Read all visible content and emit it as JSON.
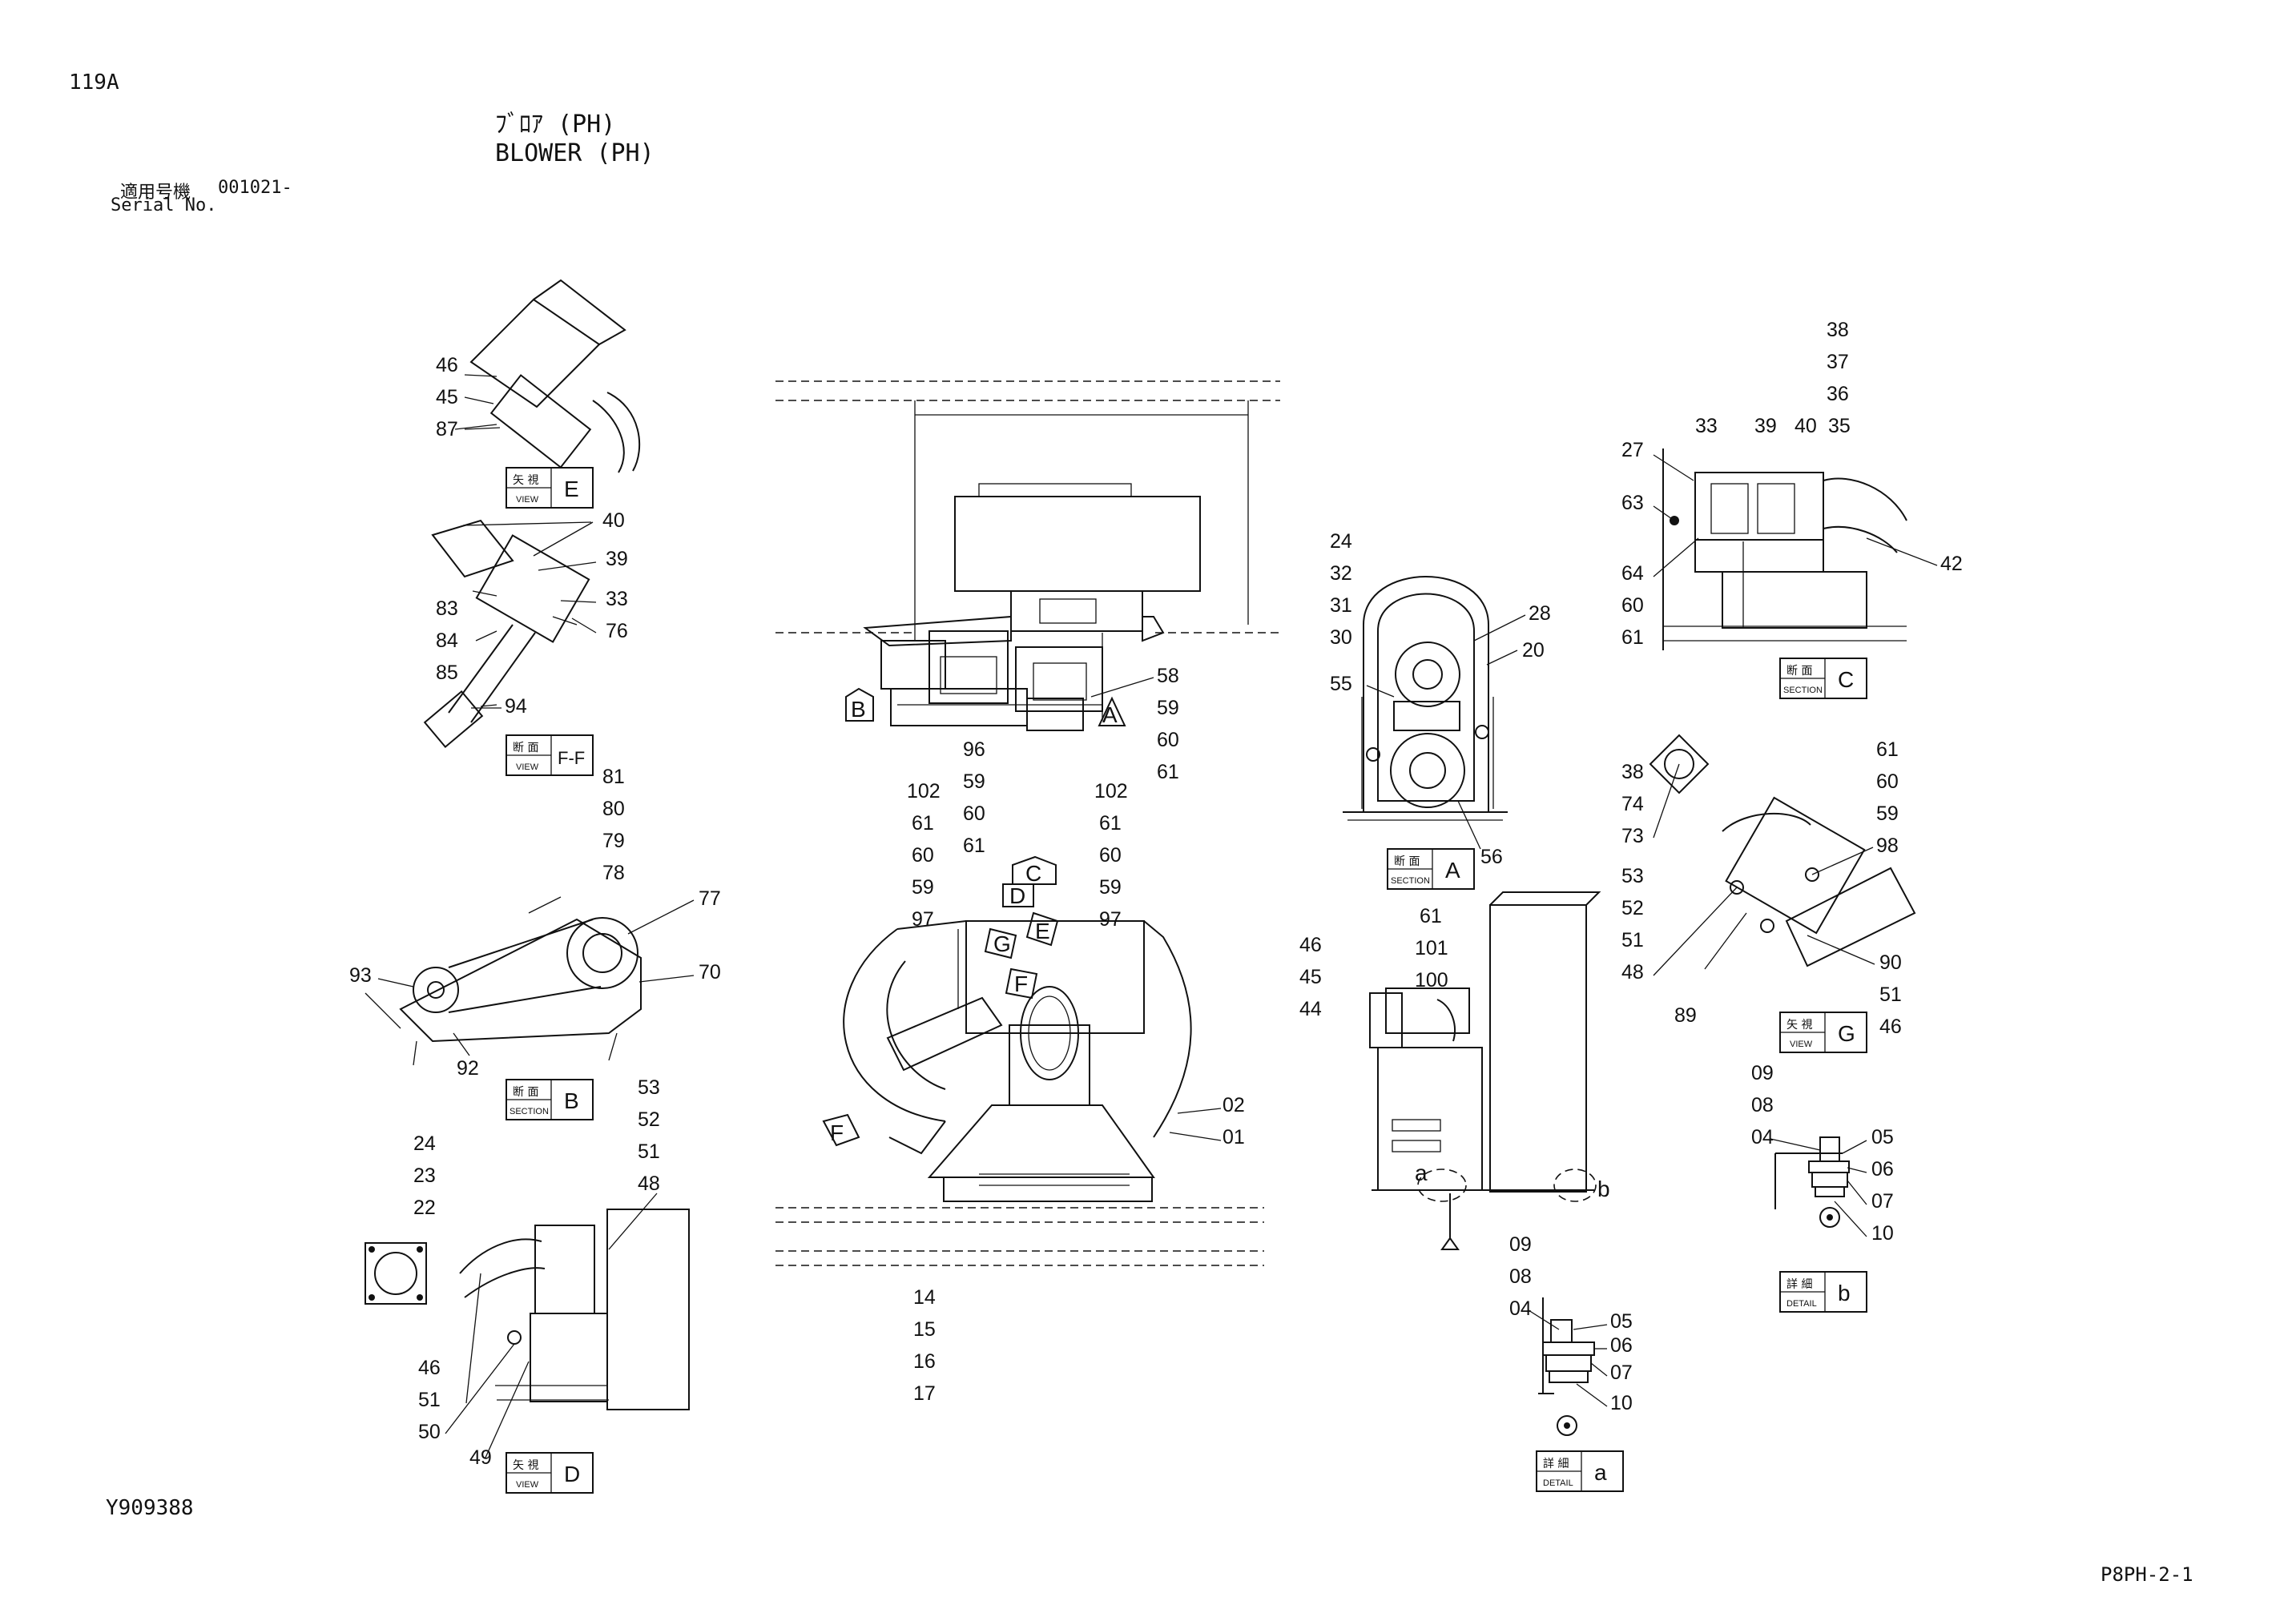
{
  "header": {
    "sheet_no": "119A",
    "title_jp": "ﾌﾞﾛｱ (PH)",
    "title_en": "BLOWER (PH)",
    "serial_label_jp": "適用号機",
    "serial_value": "001021-",
    "serial_label_en": "Serial No."
  },
  "footer": {
    "drawing_no": "Y909388",
    "page_ref": "P8PH-2-1"
  },
  "view_labels": {
    "E": {
      "jp": "矢 視",
      "en": "VIEW",
      "letter": "E"
    },
    "FF": {
      "jp": "断 面",
      "en": "VIEW",
      "letter": "F-F"
    },
    "B": {
      "jp": "断 面",
      "en": "SECTION",
      "letter": "B"
    },
    "D": {
      "jp": "矢 視",
      "en": "VIEW",
      "letter": "D"
    },
    "A": {
      "jp": "断 面",
      "en": "SECTION",
      "letter": "A"
    },
    "C": {
      "jp": "断 面",
      "en": "SECTION",
      "letter": "C"
    },
    "G": {
      "jp": "矢 視",
      "en": "VIEW",
      "letter": "G"
    },
    "b": {
      "jp": "詳 細",
      "en": "DETAIL",
      "letter": "b"
    },
    "a": {
      "jp": "詳 細",
      "en": "DETAIL",
      "letter": "a"
    }
  },
  "arrow_markers": [
    "A",
    "B",
    "C",
    "D",
    "E",
    "F",
    "G",
    "F"
  ],
  "detail_markers": [
    "a",
    "b"
  ],
  "part_numbers": {
    "view_e": [
      "46",
      "45",
      "87"
    ],
    "view_ff": [
      "40",
      "39",
      "83",
      "33",
      "76",
      "84",
      "85",
      "94"
    ],
    "section_b": [
      "81",
      "80",
      "79",
      "78",
      "77",
      "93",
      "70",
      "92"
    ],
    "view_d": [
      "24",
      "23",
      "22",
      "53",
      "52",
      "51",
      "48",
      "46",
      "51",
      "50",
      "49"
    ],
    "main_top": [
      "58",
      "59",
      "60",
      "61",
      "96",
      "59",
      "60",
      "61"
    ],
    "main_front_left": [
      "102",
      "61",
      "60",
      "59",
      "97"
    ],
    "main_front_right": [
      "102",
      "61",
      "60",
      "59",
      "97"
    ],
    "main_front_bottom": [
      "02",
      "01",
      "14",
      "15",
      "16",
      "17"
    ],
    "section_a": [
      "24",
      "32",
      "31",
      "30",
      "28",
      "20",
      "55",
      "56"
    ],
    "side": [
      "61",
      "101",
      "100",
      "46",
      "45",
      "44"
    ],
    "section_c": [
      "38",
      "37",
      "36",
      "33",
      "39",
      "40",
      "35",
      "27",
      "63",
      "42",
      "64",
      "60",
      "61"
    ],
    "view_g": [
      "38",
      "74",
      "73",
      "61",
      "60",
      "59",
      "98",
      "53",
      "52",
      "51",
      "48",
      "89",
      "90",
      "51",
      "46"
    ],
    "detail_b": [
      "09",
      "08",
      "04",
      "05",
      "06",
      "07",
      "10"
    ],
    "detail_a": [
      "09",
      "08",
      "04",
      "05",
      "06",
      "07",
      "10"
    ]
  }
}
